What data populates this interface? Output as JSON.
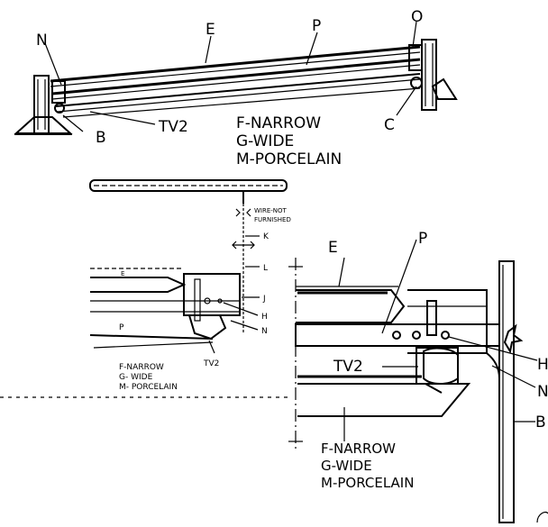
{
  "top_view": {
    "labels": {
      "N": "N",
      "E": "E",
      "P": "P",
      "O": "O",
      "C": "C",
      "B": "B",
      "TV2": "TV2"
    },
    "legend": [
      "F-NARROW",
      "G-WIDE",
      "M-PORCELAIN"
    ]
  },
  "middle_view": {
    "labels": {
      "K": "K",
      "L": "L",
      "J": "J",
      "H": "H",
      "N": "N",
      "E": "E",
      "P": "P",
      "TV2": "TV2"
    },
    "wire_note": [
      "WIRE-NOT",
      "FURNISHED"
    ],
    "legend": [
      "F-NARROW",
      "G- WIDE",
      "M- PORCELAIN"
    ]
  },
  "right_view": {
    "labels": {
      "E": "E",
      "P": "P",
      "TV2": "TV2",
      "H": "H",
      "N": "N",
      "B": "B"
    },
    "legend": [
      "F-NARROW",
      "G-WIDE",
      "M-PORCELAIN"
    ]
  }
}
